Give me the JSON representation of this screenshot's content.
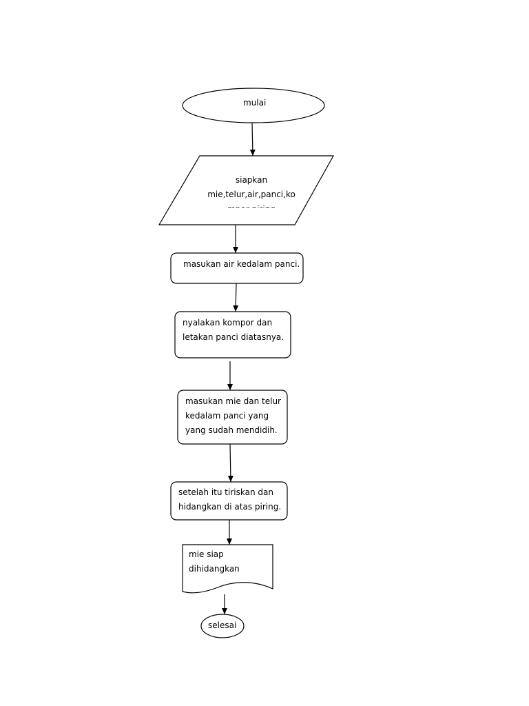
{
  "flowchart": {
    "start": "mulai",
    "input_line1": "siapkan",
    "input_line2": "mie,telur,air,panci,ko",
    "input_line3": "mpor,piring",
    "step1": "masukan air kedalam panci.",
    "step2_line1": "nyalakan kompor dan",
    "step2_line2": "letakan panci diatasnya.",
    "step3_line1": "masukan mie dan telur",
    "step3_line2": "kedalam panci yang",
    "step3_line3": "yang sudah mendidih.",
    "step4_line1": "setelah itu tiriskan dan",
    "step4_line2": "hidangkan di atas piring.",
    "output_line1": "mie siap",
    "output_line2": "dihidangkan",
    "end": "selesai"
  }
}
